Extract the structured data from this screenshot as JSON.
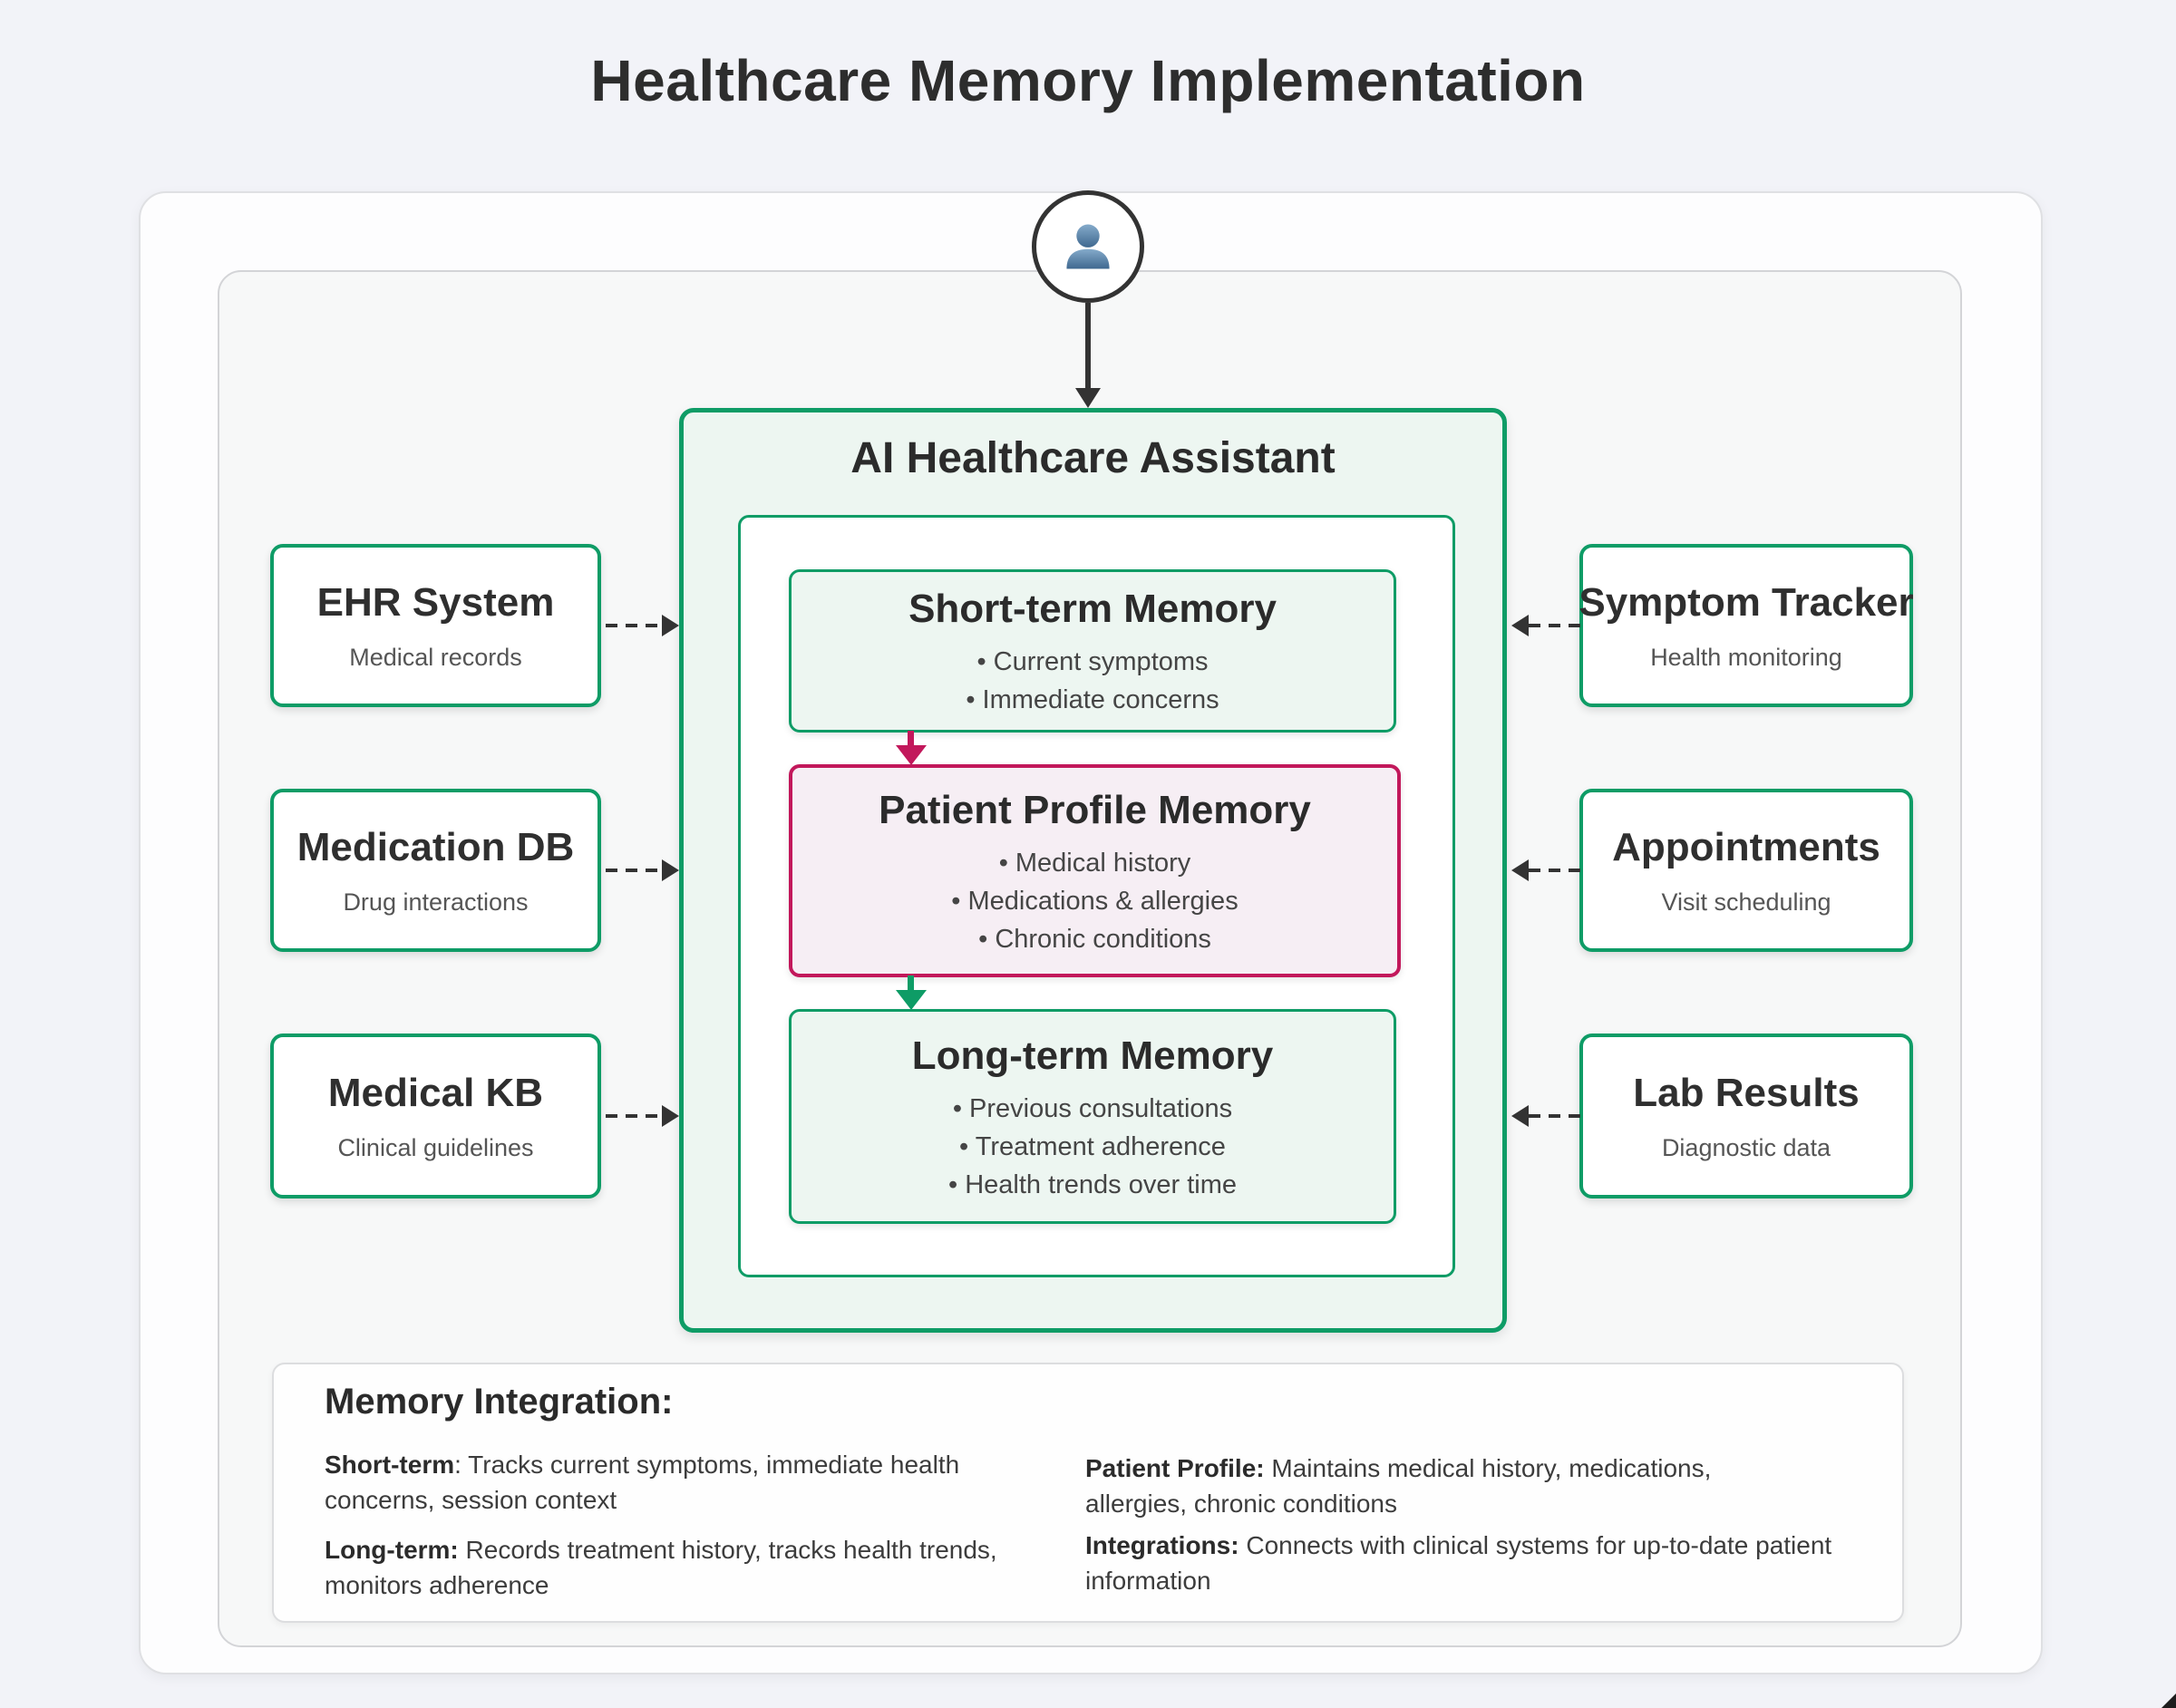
{
  "title": "Healthcare Memory Implementation",
  "assistant": {
    "title": "AI Healthcare Assistant",
    "memories": [
      {
        "title": "Short-term Memory",
        "bullets": [
          "• Current symptoms",
          "• Immediate concerns"
        ]
      },
      {
        "title": "Patient Profile Memory",
        "bullets": [
          "• Medical history",
          "• Medications & allergies",
          "• Chronic conditions"
        ]
      },
      {
        "title": "Long-term Memory",
        "bullets": [
          "• Previous consultations",
          "• Treatment adherence",
          "• Health trends over time"
        ]
      }
    ]
  },
  "left_sources": [
    {
      "title": "EHR System",
      "subtitle": "Medical records"
    },
    {
      "title": "Medication DB",
      "subtitle": "Drug interactions"
    },
    {
      "title": "Medical KB",
      "subtitle": "Clinical guidelines"
    }
  ],
  "right_sources": [
    {
      "title": "Symptom Tracker",
      "subtitle": "Health monitoring"
    },
    {
      "title": "Appointments",
      "subtitle": "Visit scheduling"
    },
    {
      "title": "Lab Results",
      "subtitle": "Diagnostic data"
    }
  ],
  "integration": {
    "heading": "Memory Integration:",
    "items": [
      {
        "bold": "Short-term",
        "rest": ": Tracks current symptoms, immediate health concerns, session context"
      },
      {
        "bold": "Patient Profile:",
        "rest": " Maintains medical history, medications, allergies, chronic conditions"
      },
      {
        "bold": "Long-term:",
        "rest": " Records treatment history, tracks health trends, monitors adherence"
      },
      {
        "bold": "Integrations:",
        "rest": " Connects with clinical systems for up-to-date patient information"
      }
    ]
  },
  "icons": {
    "user": "user-silhouette-icon"
  },
  "colors": {
    "page_bg": "#F2F3F8",
    "green": "#0E9C66",
    "green_fill": "#EDF6F1",
    "pink": "#C2185B",
    "pink_fill": "#F6EEF4",
    "arrow_dark": "#333333",
    "user_blue": "#5E87AB"
  }
}
